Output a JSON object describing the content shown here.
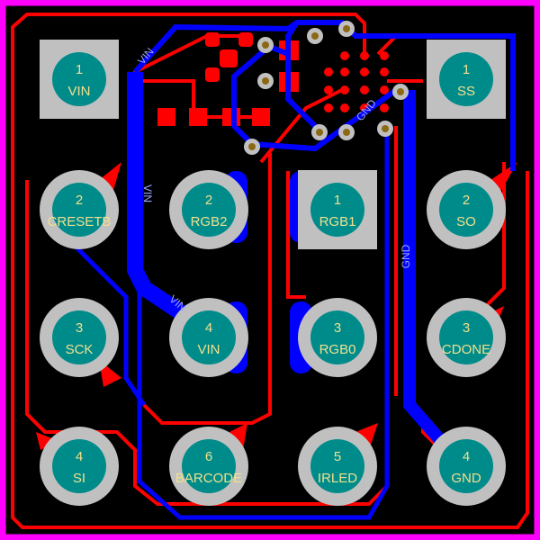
{
  "colors": {
    "top_copper": "#ff0000",
    "bottom_copper": "#0000ff",
    "outline": "#ff00ff",
    "pad_ring": "#c0c0c0",
    "pad_core": "#008b8b",
    "label": "#f0e08c",
    "via_hole": "#8b6914"
  },
  "pads": [
    {
      "shape": "square",
      "number": "1",
      "net": "VIN",
      "col": 0,
      "row": 0
    },
    {
      "shape": "square",
      "number": "1",
      "net": "SS",
      "col": 3,
      "row": 0
    },
    {
      "shape": "round",
      "number": "2",
      "net": "CRESETB",
      "col": 0,
      "row": 1
    },
    {
      "shape": "round",
      "number": "2",
      "net": "RGB2",
      "col": 1,
      "row": 1
    },
    {
      "shape": "square",
      "number": "1",
      "net": "RGB1",
      "col": 2,
      "row": 1
    },
    {
      "shape": "round",
      "number": "2",
      "net": "SO",
      "col": 3,
      "row": 1
    },
    {
      "shape": "round",
      "number": "3",
      "net": "SCK",
      "col": 0,
      "row": 2
    },
    {
      "shape": "round",
      "number": "4",
      "net": "VIN",
      "col": 1,
      "row": 2
    },
    {
      "shape": "round",
      "number": "3",
      "net": "RGB0",
      "col": 2,
      "row": 2
    },
    {
      "shape": "round",
      "number": "3",
      "net": "CDONE",
      "col": 3,
      "row": 2
    },
    {
      "shape": "round",
      "number": "4",
      "net": "SI",
      "col": 0,
      "row": 3
    },
    {
      "shape": "round",
      "number": "6",
      "net": "BARCODE",
      "col": 1,
      "row": 3
    },
    {
      "shape": "round",
      "number": "5",
      "net": "IRLED",
      "col": 2,
      "row": 3
    },
    {
      "shape": "round",
      "number": "4",
      "net": "GND",
      "col": 3,
      "row": 3
    }
  ],
  "trace_labels": {
    "vin_main": "VIN",
    "vin_top": "VIN",
    "vin_lower": "VIN",
    "gnd_main": "GND",
    "gnd_top": "GND"
  }
}
